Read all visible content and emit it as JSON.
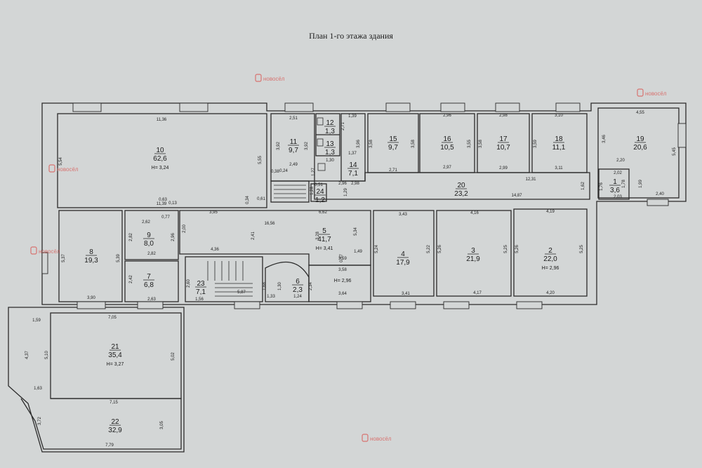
{
  "title": "План 1-го этажа здания",
  "watermark": "новосёл",
  "colors": {
    "paper": "#d3d6d6",
    "line": "#2b2b2b",
    "watermark": "#d9534f"
  },
  "rooms": [
    {
      "num": "10",
      "area": "62,6",
      "height": "H= 3,24"
    },
    {
      "num": "11",
      "area": "9,7"
    },
    {
      "num": "12",
      "area": "1,3"
    },
    {
      "num": "13",
      "area": "1,3"
    },
    {
      "num": "14",
      "area": "7,1"
    },
    {
      "num": "15",
      "area": "9,7"
    },
    {
      "num": "16",
      "area": "10,5"
    },
    {
      "num": "17",
      "area": "10,7"
    },
    {
      "num": "18",
      "area": "11,1"
    },
    {
      "num": "19",
      "area": "20,6"
    },
    {
      "num": "20",
      "area": "23,2"
    },
    {
      "num": "1",
      "area": "3,6"
    },
    {
      "num": "24",
      "area": "1,2"
    },
    {
      "num": "5",
      "area": "41,7",
      "height": "H= 3,41"
    },
    {
      "num": "9",
      "area": "8,0"
    },
    {
      "num": "8",
      "area": "19,3"
    },
    {
      "num": "7",
      "area": "6,8"
    },
    {
      "num": "23",
      "area": "7,1"
    },
    {
      "num": "6",
      "area": "2,3"
    },
    {
      "num": "4",
      "area": "17,9"
    },
    {
      "num": "3",
      "area": "21,9"
    },
    {
      "num": "2",
      "area": "22,0",
      "height": "H= 2,96"
    },
    {
      "num": "21",
      "area": "35,4",
      "height": "H= 3,27"
    },
    {
      "num": "22",
      "area": "32,9"
    }
  ],
  "extra_labels": {
    "h_corridor": "H= 2,96"
  },
  "dimensions": {
    "d0": "11,36",
    "d1": "11,39",
    "d2": "5,54",
    "d3": "5,55",
    "d4": "2,51",
    "d5": "3,92",
    "d6": "3,92",
    "d7": "2,49",
    "d8": "1,39",
    "d9": "3,96",
    "d10": "1,37",
    "d11": "1,30",
    "d12": "2,71",
    "d13": "3,58",
    "d14": "3,58",
    "d15": "2,71",
    "d16": "2,96",
    "d17": "3,55",
    "d18": "2,97",
    "d19": "2,98",
    "d20": "3,58",
    "d21": "2,99",
    "d22": "3,10",
    "d23": "3,59",
    "d24": "3,11",
    "d25": "4,55",
    "d26": "3,46",
    "d27": "5,45",
    "d28": "2,20",
    "d29": "2,40",
    "d30": "2,02",
    "d31": "2,03",
    "d32": "1,78",
    "d33": "1,99",
    "d34": "12,31",
    "d35": "14,87",
    "d36": "1,62",
    "d37": "1,76",
    "d38": "0,63",
    "d39": "0,77",
    "d40": "0,61",
    "d41": "0,34",
    "d42": "3,95",
    "d43": "6,62",
    "d44": "16,56",
    "d45": "2,41",
    "d46": "3,28",
    "d47": "5,34",
    "d48": "4,36",
    "d49": "1,49",
    "d50": "3,58",
    "d51": "2,62",
    "d52": "2,82",
    "d53": "2,96",
    "d54": "2,82",
    "d55": "2,42",
    "d56": "2,63",
    "d57": "5,37",
    "d58": "5,39",
    "d59": "3,90",
    "d60": "2,60",
    "d61": "1,56",
    "d62": "5,87",
    "d63": "1,33",
    "d64": "1,24",
    "d65": "3,59",
    "d66": "3,64",
    "d67": "2,34",
    "d68": "1,68",
    "d69": "1,30",
    "d70": "3,43",
    "d71": "4,16",
    "d72": "4,19",
    "d73": "5,24",
    "d74": "5,22",
    "d75": "5,26",
    "d76": "5,25",
    "d77": "5,26",
    "d78": "5,25",
    "d79": "3,41",
    "d80": "4,17",
    "d81": "4,20",
    "d82": "7,05",
    "d83": "1,59",
    "d84": "4,37",
    "d85": "5,10",
    "d86": "5,02",
    "d87": "1,63",
    "d88": "7,15",
    "d89": "3,72",
    "d90": "3,05",
    "d91": "7,79",
    "d92": "2,00",
    "d93": "0,51",
    "d94": "1,28",
    "d95": "2,96",
    "d96": "2,98",
    "d97": "1,29",
    "d98": "0,57",
    "d99": "0,38",
    "d100": "0,24",
    "d101": "1,27",
    "d102": "0,13"
  }
}
